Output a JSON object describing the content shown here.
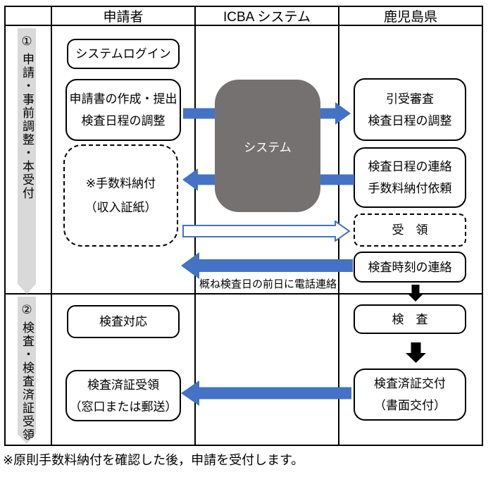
{
  "header": {
    "col_applicant": "申請者",
    "col_system": "ICBA システム",
    "col_prefecture": "鹿児島県"
  },
  "sections": [
    {
      "number": "①",
      "label": "申請・事前調整・本受付"
    },
    {
      "number": "②",
      "label": "検査・検査済証受領"
    }
  ],
  "applicant": {
    "login": "システムログイン",
    "create": {
      "line1": "申請書の作成・提出",
      "line2": "検査日程の調整"
    },
    "fee": {
      "line1": "※手数料納付",
      "line2": "（収入証紙）"
    },
    "inspection": "検査対応",
    "certificate": {
      "line1": "検査済証受領",
      "line2": "（窓口または郵送）"
    }
  },
  "system": {
    "label": "システム"
  },
  "prefecture": {
    "accept": {
      "line1": "引受審査",
      "line2": "検査日程の調整"
    },
    "notify": {
      "line1": "検査日程の連絡",
      "line2": "手数料納付依頼"
    },
    "receipt": "受　領",
    "time": "検査時刻の連絡",
    "inspect": "検　査",
    "issue": {
      "line1": "検査済証交付",
      "line2": "（書面交付）"
    }
  },
  "notes": {
    "phone": "概ね検査日の前日に電話連絡",
    "footnote": "※原則手数料納付を確認した後，申請を受付します。"
  },
  "colors": {
    "arrow_blue": "#4472C4",
    "system_gray": "#767171",
    "section_bar_gray": "#D9D9D9",
    "line_black": "#000000"
  }
}
